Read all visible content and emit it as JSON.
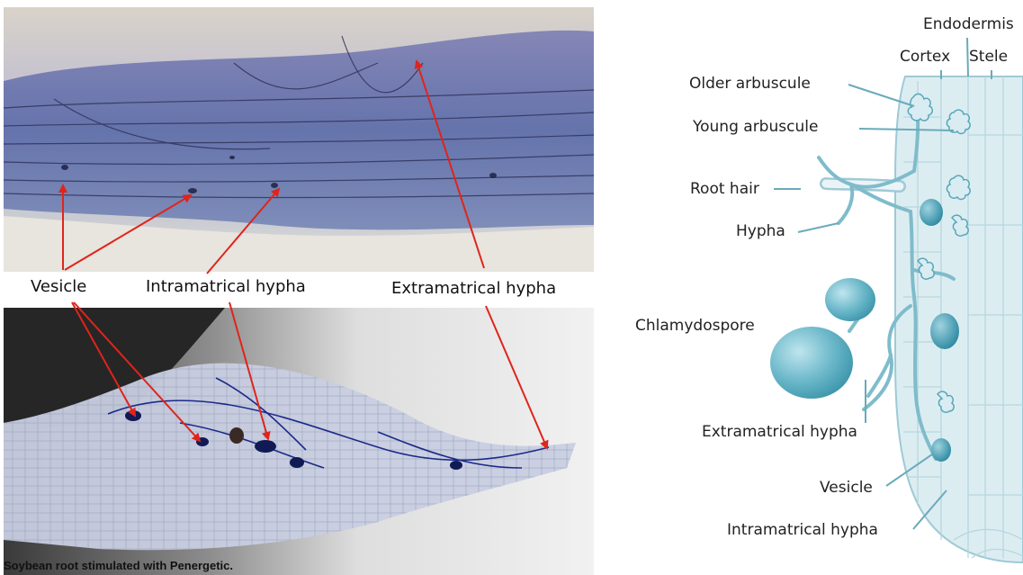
{
  "photo_labels": {
    "vesicle": "Vesicle",
    "intramatrical_hypha": "Intramatrical hypha",
    "extramatrical_hypha": "Extramatrical hypha"
  },
  "caption": "Soybean root stimulated with Penergetic.",
  "diagram_labels": {
    "endodermis": "Endodermis",
    "cortex": "Cortex",
    "stele": "Stele",
    "older_arbuscule": "Older arbuscule",
    "young_arbuscule": "Young arbuscule",
    "root_hair": "Root hair",
    "hypha": "Hypha",
    "chlamydospore": "Chlamydospore",
    "extramatrical_hypha": "Extramatrical hypha",
    "vesicle": "Vesicle",
    "intramatrical_hypha": "Intramatrical hypha"
  },
  "colors": {
    "arrow_red": "#e0241b",
    "leader_teal": "#6aaabb",
    "root_fill": "#dcedf1",
    "root_line": "#9fc9d5",
    "spore": "#4aa3b8"
  }
}
